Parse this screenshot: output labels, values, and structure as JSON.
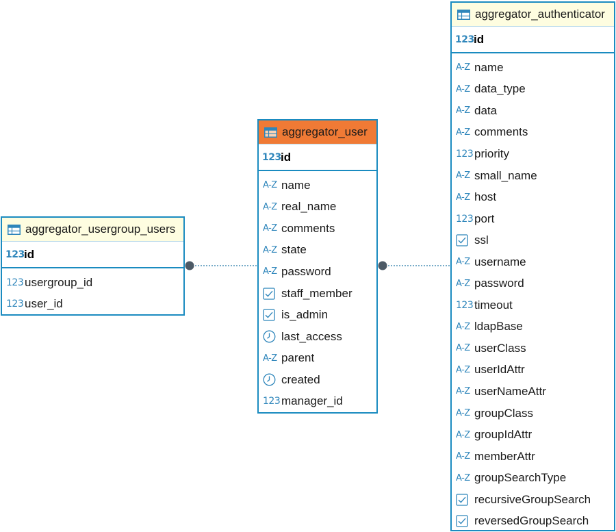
{
  "colors": {
    "border": "#1a8bc0",
    "header_bg": "#fefde0",
    "selected_header_bg": "#f07a35",
    "icon": "#2f86bb",
    "connector": "#4a8fb5",
    "connector_dot": "#4d5a66"
  },
  "icons": {
    "table": "table-icon",
    "number": "123",
    "text": "A-Z",
    "boolean": "checkbox-icon",
    "datetime": "clock-icon"
  },
  "entities": {
    "usergroup_users": {
      "name": "aggregator_usergroup_users",
      "pk": "id",
      "columns": [
        {
          "type": "number",
          "name": "usergroup_id"
        },
        {
          "type": "number",
          "name": "user_id"
        }
      ]
    },
    "user": {
      "name": "aggregator_user",
      "pk": "id",
      "columns": [
        {
          "type": "text",
          "name": "name"
        },
        {
          "type": "text",
          "name": "real_name"
        },
        {
          "type": "text",
          "name": "comments"
        },
        {
          "type": "text",
          "name": "state"
        },
        {
          "type": "text",
          "name": "password"
        },
        {
          "type": "boolean",
          "name": "staff_member"
        },
        {
          "type": "boolean",
          "name": "is_admin"
        },
        {
          "type": "datetime",
          "name": "last_access"
        },
        {
          "type": "text",
          "name": "parent"
        },
        {
          "type": "datetime",
          "name": "created"
        },
        {
          "type": "number",
          "name": "manager_id"
        }
      ]
    },
    "authenticator": {
      "name": "aggregator_authenticator",
      "pk": "id",
      "columns": [
        {
          "type": "text",
          "name": "name"
        },
        {
          "type": "text",
          "name": "data_type"
        },
        {
          "type": "text",
          "name": "data"
        },
        {
          "type": "text",
          "name": "comments"
        },
        {
          "type": "number",
          "name": "priority"
        },
        {
          "type": "text",
          "name": "small_name"
        },
        {
          "type": "text",
          "name": "host"
        },
        {
          "type": "number",
          "name": "port"
        },
        {
          "type": "boolean",
          "name": "ssl"
        },
        {
          "type": "text",
          "name": "username"
        },
        {
          "type": "text",
          "name": "password"
        },
        {
          "type": "number",
          "name": "timeout"
        },
        {
          "type": "text",
          "name": "ldapBase"
        },
        {
          "type": "text",
          "name": "userClass"
        },
        {
          "type": "text",
          "name": "userIdAttr"
        },
        {
          "type": "text",
          "name": "userNameAttr"
        },
        {
          "type": "text",
          "name": "groupClass"
        },
        {
          "type": "text",
          "name": "groupIdAttr"
        },
        {
          "type": "text",
          "name": "memberAttr"
        },
        {
          "type": "text",
          "name": "groupSearchType"
        },
        {
          "type": "boolean",
          "name": "recursiveGroupSearch"
        },
        {
          "type": "boolean",
          "name": "reversedGroupSearch"
        }
      ]
    }
  }
}
